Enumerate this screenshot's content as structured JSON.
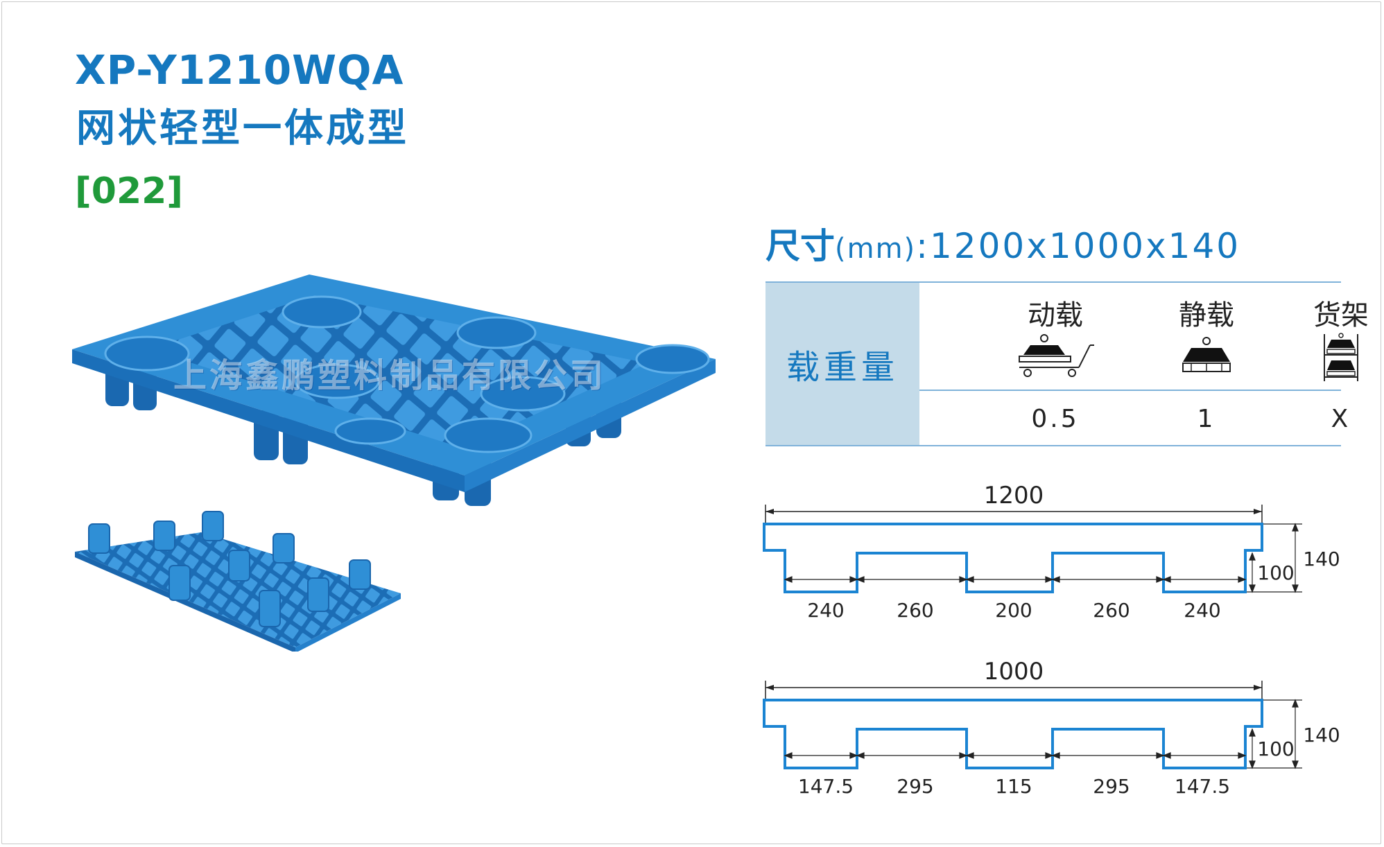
{
  "product": {
    "model": "XP-Y1210WQA",
    "subtitle": "网状轻型一体成型",
    "code": "[022]"
  },
  "watermark": "上海鑫鹏塑料制品有限公司",
  "size": {
    "label": "尺寸",
    "unit": "(mm)",
    "colon": ":",
    "value": "1200x1000x140"
  },
  "load_table": {
    "header": "载重量",
    "columns": [
      {
        "title": "动载",
        "icon": "dynamic-load-icon",
        "value": "0.5"
      },
      {
        "title": "静载",
        "icon": "static-load-icon",
        "value": "1"
      },
      {
        "title": "货架",
        "icon": "rack-load-icon",
        "value": "X"
      }
    ]
  },
  "diagrams": [
    {
      "total": "1200",
      "height_outer": "140",
      "height_inner": "100",
      "segments": [
        "240",
        "260",
        "200",
        "260",
        "240"
      ]
    },
    {
      "total": "1000",
      "height_outer": "140",
      "height_inner": "100",
      "segments": [
        "147.5",
        "295",
        "115",
        "295",
        "147.5"
      ]
    }
  ],
  "colors": {
    "brand_blue": "#1578bf",
    "code_green": "#1f9a3a",
    "table_header_bg": "#c4dbe9",
    "pallet_blue": "#2f8fd6"
  }
}
